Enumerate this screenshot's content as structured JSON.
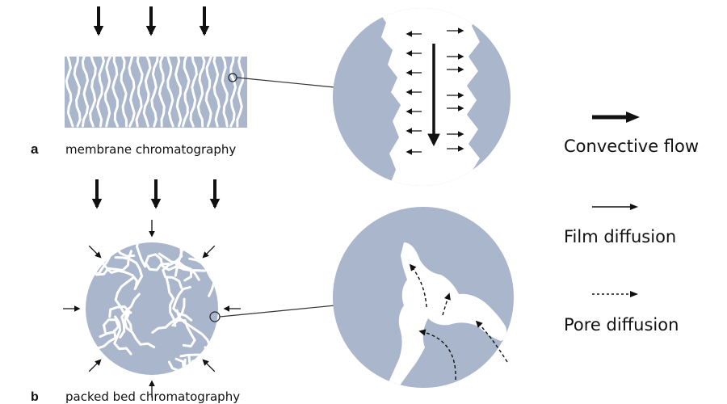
{
  "panels": {
    "a": {
      "letter": "a",
      "caption": "membrane chromatography"
    },
    "b": {
      "letter": "b",
      "caption": "packed bed chromatography"
    }
  },
  "legend": [
    {
      "key": "convective",
      "label": "Convective flow"
    },
    {
      "key": "film",
      "label": "Film diffusion"
    },
    {
      "key": "pore",
      "label": "Pore diffusion"
    }
  ],
  "colors": {
    "fill": "#a9b6cc",
    "ink": "#111111",
    "line": "#333333",
    "background": "#ffffff"
  }
}
